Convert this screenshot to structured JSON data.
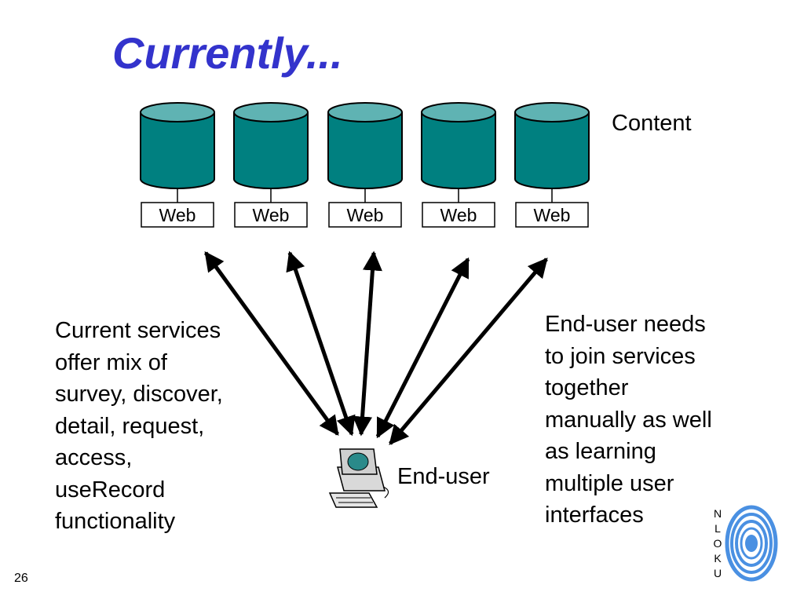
{
  "slide": {
    "title": "Currently...",
    "content_label": "Content",
    "web_label": "Web",
    "enduser_label": "End-user",
    "left_text": [
      "Current services",
      "offer mix of",
      "survey, discover,",
      "detail, request,",
      "access,",
      "useRecord",
      "functionality"
    ],
    "right_text": [
      "End-user needs",
      "to join services",
      "together",
      "manually as well",
      "as learning",
      "multiple user",
      "interfaces"
    ],
    "page_number": "26",
    "logo_letters": [
      "N",
      "L",
      "O",
      "K",
      "U"
    ]
  },
  "colors": {
    "title": "#3333cc",
    "database_fill": "#008080",
    "database_top": "#5fb3b3",
    "logo": "#4a90e2"
  },
  "icons": {
    "database": "database-cylinder-icon",
    "computer": "computer-workstation-icon",
    "logo": "ukoln-logo"
  }
}
